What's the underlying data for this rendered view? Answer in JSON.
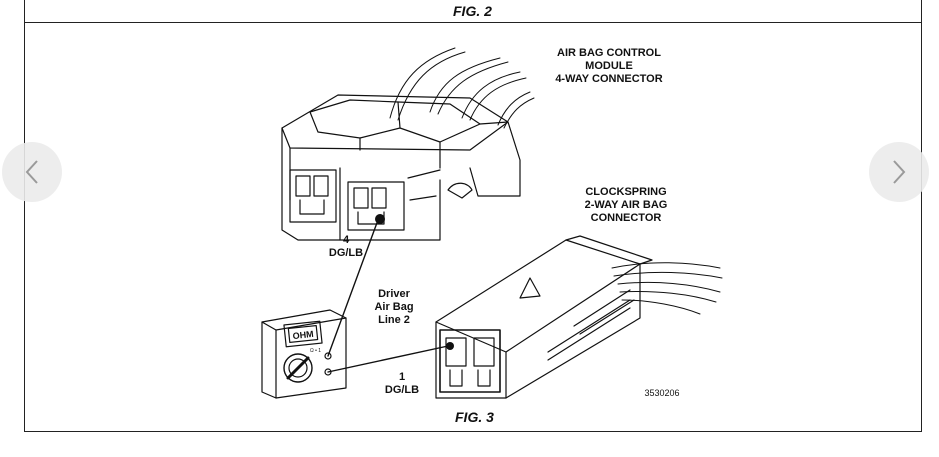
{
  "figures": {
    "fig2_caption": "FIG. 2",
    "fig3_caption": "FIG. 3"
  },
  "labels": {
    "module_connector": "AIR BAG CONTROL\nMODULE\n4-WAY CONNECTOR",
    "clockspring_connector": "CLOCKSPRING\n2-WAY AIR BAG\nCONNECTOR",
    "pin4": "4\nDG/LB",
    "driver_line": "Driver\nAir Bag\nLine 2",
    "pin1": "1\nDG/LB",
    "part_number": "3530206",
    "ohmmeter_display": "OHM",
    "ohmmeter_dial": "Ω • 1"
  },
  "navigation": {
    "prev_icon": "chevron-left-icon",
    "next_icon": "chevron-right-icon"
  },
  "colors": {
    "line": "#111111",
    "nav_bg": "#ebebeb",
    "nav_arrow": "#9a9a9a"
  }
}
